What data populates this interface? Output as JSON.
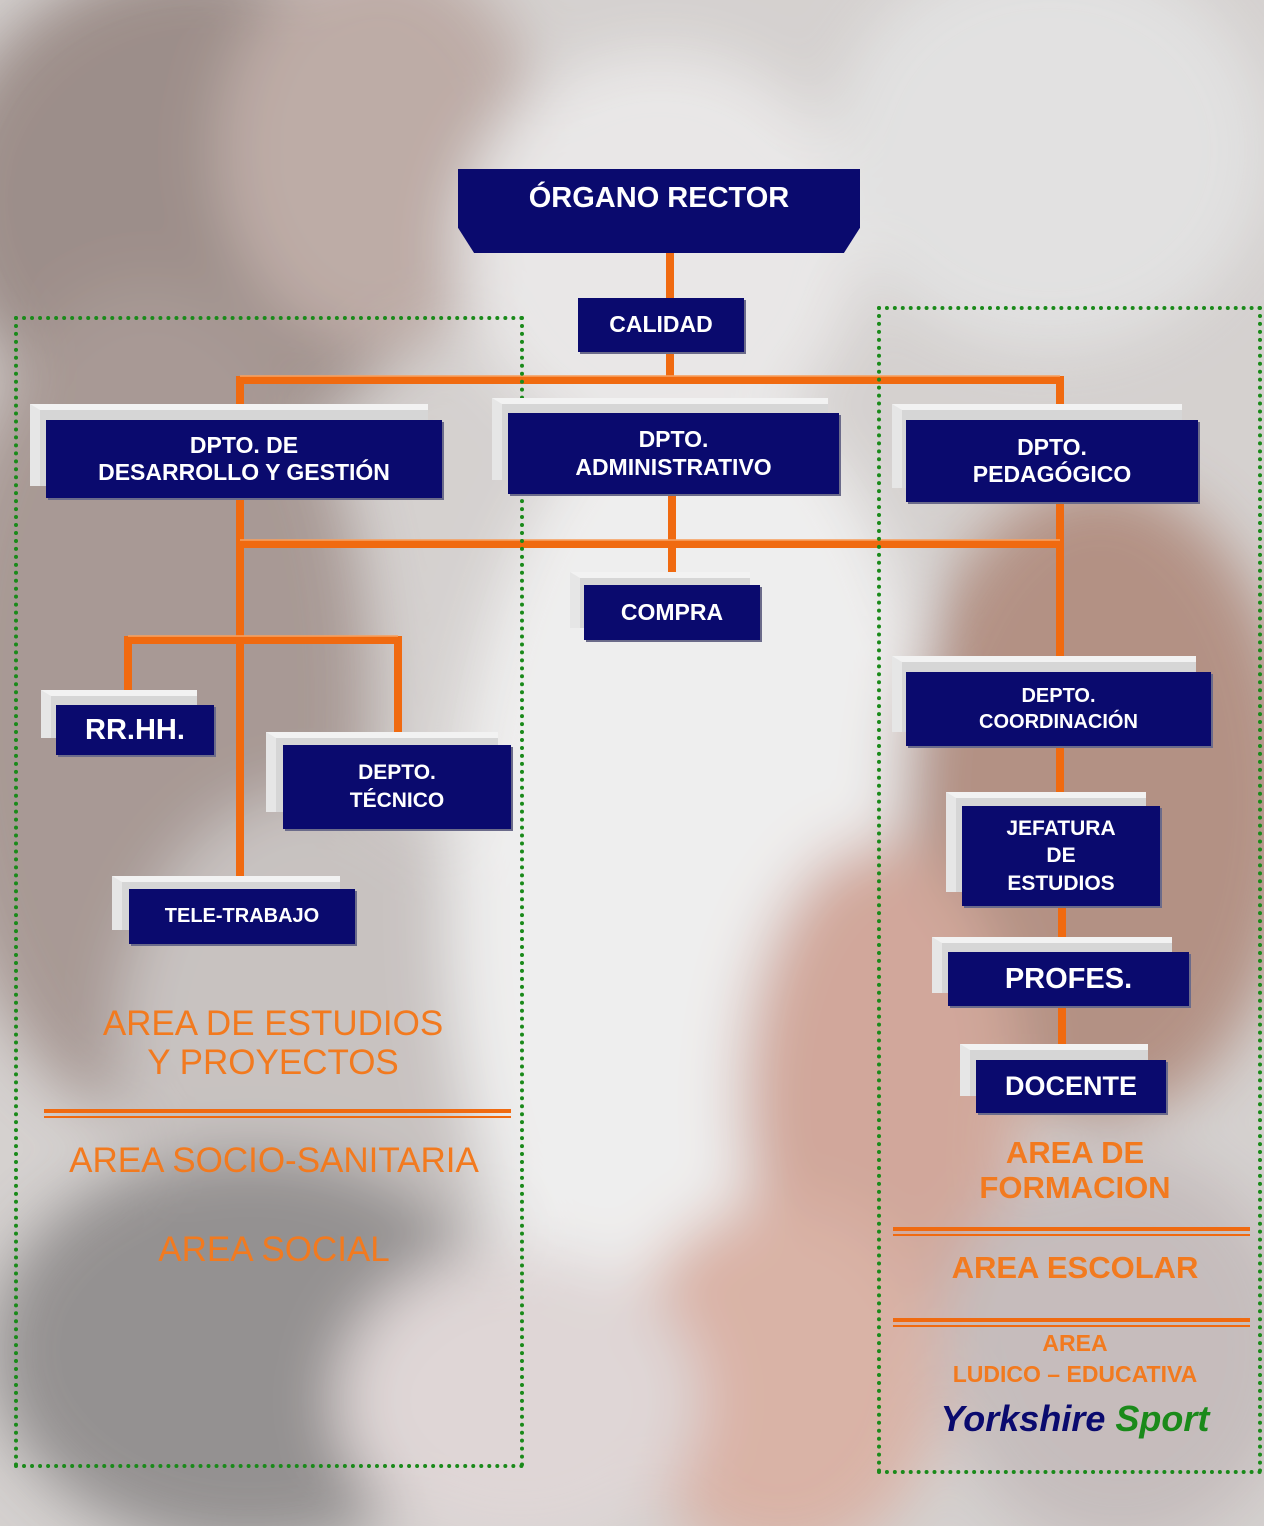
{
  "nodes": {
    "organo_rector": "ÓRGANO RECTOR",
    "calidad": "CALIDAD",
    "dpto_desarrollo": [
      "DPTO. DE",
      "DESARROLLO Y GESTIÓN"
    ],
    "dpto_administrativo": [
      "DPTO.",
      "ADMINISTRATIVO"
    ],
    "dpto_pedagogico": [
      "DPTO.",
      "PEDAGÓGICO"
    ],
    "compra": "COMPRA",
    "rrhh": "RR.HH.",
    "depto_tecnico": [
      "DEPTO.",
      "TÉCNICO"
    ],
    "tele_trabajo": "TELE-TRABAJO",
    "depto_coordinacion": [
      "DEPTO.",
      "COORDINACIÓN"
    ],
    "jefatura": [
      "JEFATURA",
      "DE",
      "ESTUDIOS"
    ],
    "profes": "PROFES.",
    "docente": "DOCENTE"
  },
  "left_areas": {
    "estudios": [
      "AREA DE ESTUDIOS",
      "Y PROYECTOS"
    ],
    "socio_sanitaria": "AREA SOCIO-SANITARIA",
    "social": "AREA SOCIAL"
  },
  "right_areas": {
    "formacion": [
      "AREA DE",
      "FORMACION"
    ],
    "escolar": "AREA ESCOLAR",
    "ludico": [
      "AREA",
      "LUDICO – EDUCATIVA"
    ]
  },
  "logo": {
    "word1": "Yorkshire",
    "word2": "Sport"
  },
  "colors": {
    "box": "#0a0a6e",
    "connector": "#f06a10",
    "area_text": "#f27a1f",
    "zone_border": "#1a8a1a",
    "logo_blue": "#0a0a6e",
    "logo_green": "#1a8a1a"
  }
}
